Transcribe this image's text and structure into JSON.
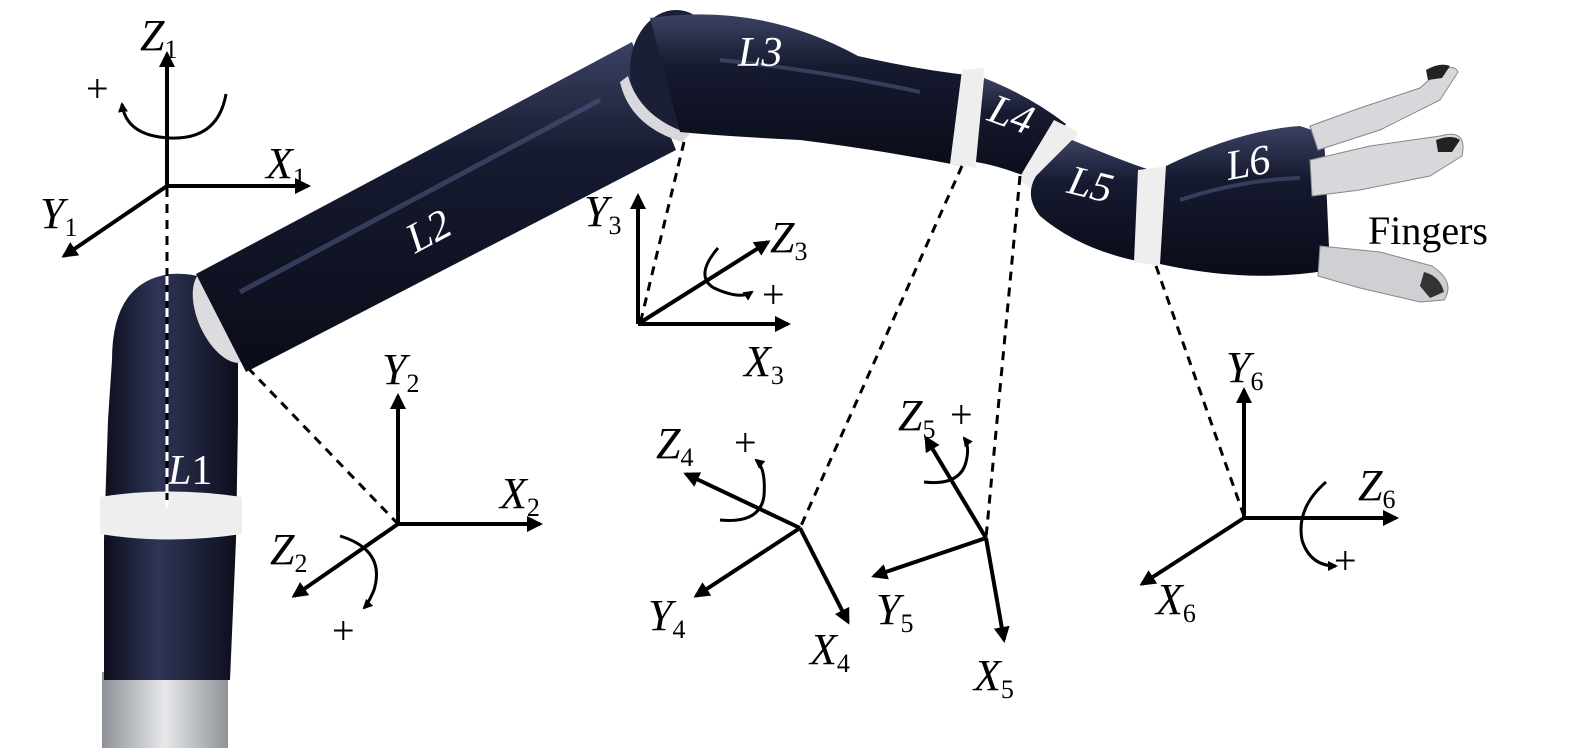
{
  "links": [
    {
      "id": "l1",
      "label": "L",
      "num": "1"
    },
    {
      "id": "l2",
      "label": "L2"
    },
    {
      "id": "l3",
      "label": "L3"
    },
    {
      "id": "l4",
      "label": "L4"
    },
    {
      "id": "l5",
      "label": "L5"
    },
    {
      "id": "l6",
      "label": "L6"
    }
  ],
  "fingers_label": "Fingers",
  "frames": {
    "f1": {
      "x": "X",
      "x_sub": "1",
      "y": "Y",
      "y_sub": "1",
      "z": "Z",
      "z_sub": "1",
      "plus": "+"
    },
    "f2": {
      "x": "X",
      "x_sub": "2",
      "y": "Y",
      "y_sub": "2",
      "z": "Z",
      "z_sub": "2",
      "plus": "+"
    },
    "f3": {
      "x": "X",
      "x_sub": "3",
      "y": "Y",
      "y_sub": "3",
      "z": "Z",
      "z_sub": "3",
      "plus": "+"
    },
    "f4": {
      "x": "X",
      "x_sub": "4",
      "y": "Y",
      "y_sub": "4",
      "z": "Z",
      "z_sub": "4",
      "plus": "+"
    },
    "f5": {
      "x": "X",
      "x_sub": "5",
      "y": "Y",
      "y_sub": "5",
      "z": "Z",
      "z_sub": "5",
      "plus": "+"
    },
    "f6": {
      "x": "X",
      "x_sub": "6",
      "y": "Y",
      "y_sub": "6",
      "z": "Z",
      "z_sub": "6",
      "plus": "+"
    }
  },
  "colors": {
    "arm_dark": "#12152a",
    "arm_mid": "#2a3050",
    "ring": "#e8e8ea",
    "metal": "#b8bcc2",
    "finger": "#d8d8dc",
    "ink": "#000000"
  }
}
